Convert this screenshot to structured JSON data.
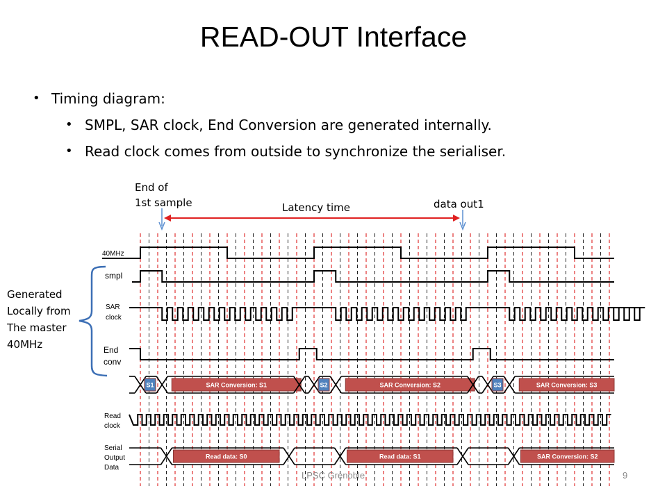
{
  "title": "READ-OUT Interface",
  "bullets": [
    {
      "level": 1,
      "text": "Timing diagram:"
    },
    {
      "level": 2,
      "text": "SMPL, SAR clock, End Conversion are generated internally."
    },
    {
      "level": 2,
      "text": "Read clock comes from outside to synchronize the serialiser."
    }
  ],
  "annotations": {
    "end_of_sample_line1": "End of",
    "end_of_sample_line2": "1st sample",
    "latency": "Latency time",
    "data_out": "data out1"
  },
  "side_note": [
    "Generated",
    "Locally from",
    "The master",
    "40MHz"
  ],
  "signals": {
    "clk40": "40MHz",
    "smpl": "smpl",
    "sar_clock_1": "SAR",
    "sar_clock_2": "clock",
    "end_conv_1": "End",
    "end_conv_2": "conv",
    "read_clock_1": "Read",
    "read_clock_2": "clock",
    "serial_1": "Serial",
    "serial_2": "Output",
    "serial_3": "Data"
  },
  "sample_boxes": [
    "S1",
    "S2",
    "S3"
  ],
  "conversion_boxes": [
    "SAR Conversion: S1",
    "SAR Conversion: S2",
    "SAR Conversion: S3"
  ],
  "serial_boxes": [
    "Read data: S0",
    "Read data: S1",
    "SAR Conversion: S2"
  ],
  "colors": {
    "box_fill": "#c0504d",
    "box_stroke": "#8c3836",
    "sample_fill": "#4f81bd",
    "red_grid": "#e03030",
    "black_grid": "#222222",
    "arrow_red": "#e02020",
    "marker_blue": "#5b8fd0",
    "brace_blue": "#3c6fb5"
  },
  "footer": {
    "left": "LPSC Grenoble",
    "page": "9"
  }
}
